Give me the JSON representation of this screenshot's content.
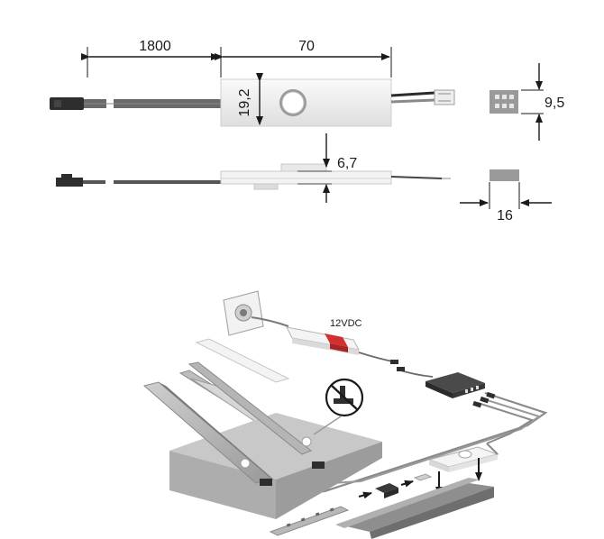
{
  "dimensions": {
    "cable_length": "1800",
    "housing_length": "70",
    "housing_width": "19,2",
    "housing_height": "6,7",
    "connector_height": "9,5",
    "connector_width": "16"
  },
  "installation": {
    "supply_label": "12VDC"
  },
  "colors": {
    "line": "#1a1a1a",
    "housing": "#f1f1f1",
    "cable": "#5a5a5a",
    "profile": "#b9b9b9",
    "warning": "#d32f2f"
  }
}
